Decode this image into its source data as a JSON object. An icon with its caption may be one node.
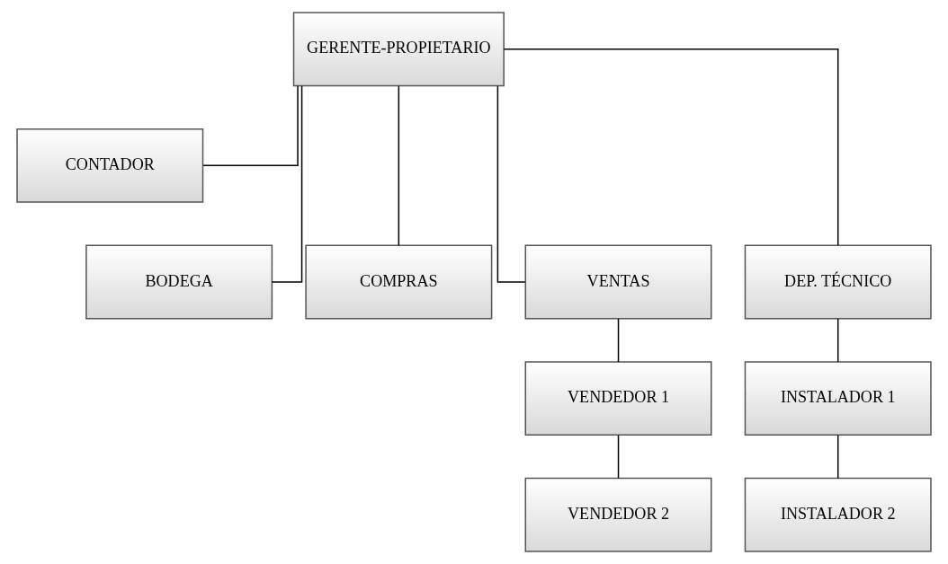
{
  "diagram": {
    "nodes": [
      {
        "text": [
          "GERENTE-PROPIETARIO"
        ]
      },
      {
        "text": [
          "CONTADOR"
        ]
      },
      {
        "text": [
          "BODEGA"
        ]
      },
      {
        "text": [
          "COMPRAS"
        ]
      },
      {
        "text": [
          "VENTAS"
        ]
      },
      {
        "text": [
          "DEP. TÉCNICO"
        ]
      },
      {
        "text": [
          "VENDEDOR 1"
        ]
      },
      {
        "text": [
          "VENDEDOR 2"
        ]
      },
      {
        "text": [
          "INSTALADOR 1"
        ]
      },
      {
        "text": [
          "INSTALADOR 2"
        ]
      }
    ],
    "edges": [
      {
        "from": 0,
        "to": 1,
        "arrow": "none"
      },
      {
        "from": 0,
        "to": 2,
        "arrow": "none"
      },
      {
        "from": 0,
        "to": 3,
        "arrow": "none"
      },
      {
        "from": 0,
        "to": 4,
        "arrow": "none"
      },
      {
        "from": 0,
        "to": 5,
        "arrow": "none"
      },
      {
        "from": 4,
        "to": 6,
        "arrow": "none"
      },
      {
        "from": 6,
        "to": 7,
        "arrow": "none"
      },
      {
        "from": 5,
        "to": 8,
        "arrow": "none"
      },
      {
        "from": 8,
        "to": 9,
        "arrow": "none"
      }
    ]
  }
}
